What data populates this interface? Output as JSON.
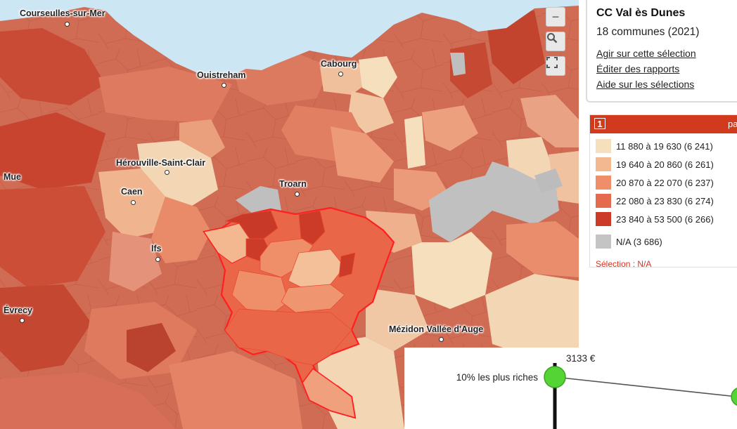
{
  "map": {
    "sea_color": "#cde6f4",
    "selection_color": "#ff1f1f",
    "na_color": "#bfbfbf",
    "cities": [
      {
        "name": "Courseulles-sur-Mer"
      },
      {
        "name": "Cabourg"
      },
      {
        "name": "Ouistreham"
      },
      {
        "name": "Hérouville-Saint-Clair"
      },
      {
        "name": "Troarn"
      },
      {
        "name": "Caen"
      },
      {
        "name": "Mue"
      },
      {
        "name": "Ifs"
      },
      {
        "name": "Évrecy"
      },
      {
        "name": "Mézidon Vallée d'Auge"
      }
    ],
    "controls": {
      "zoom_out": "−",
      "search": "search-icon",
      "fullscreen": "fullscreen-icon"
    }
  },
  "info": {
    "title": "CC Val ès Dunes",
    "count": "18 communes (2021)",
    "links": [
      "Agir sur cette sélection",
      "Éditer des rapports",
      "Aide sur les sélections"
    ]
  },
  "legend": {
    "number": "1",
    "header": "pa",
    "items": [
      {
        "label": "11 880 à 19 630 (6 241)",
        "color": "#f6dfbd"
      },
      {
        "label": "19 640 à 20 860 (6 261)",
        "color": "#f3b88f"
      },
      {
        "label": "20 870 à 22 070 (6 237)",
        "color": "#ee8f6a"
      },
      {
        "label": "22 080 à 23 830 (6 274)",
        "color": "#e66a4e"
      },
      {
        "label": "23 840 à 53 500 (6 266)",
        "color": "#cc3a28"
      },
      {
        "label": "N/A (3 686)",
        "color": "#c4c4c4"
      }
    ],
    "selection": "Sélection : N/A"
  },
  "chart_data": {
    "type": "line",
    "points": [
      {
        "label": "10% les plus riches",
        "value_label": "3133 €",
        "color": "#55d435"
      }
    ]
  }
}
